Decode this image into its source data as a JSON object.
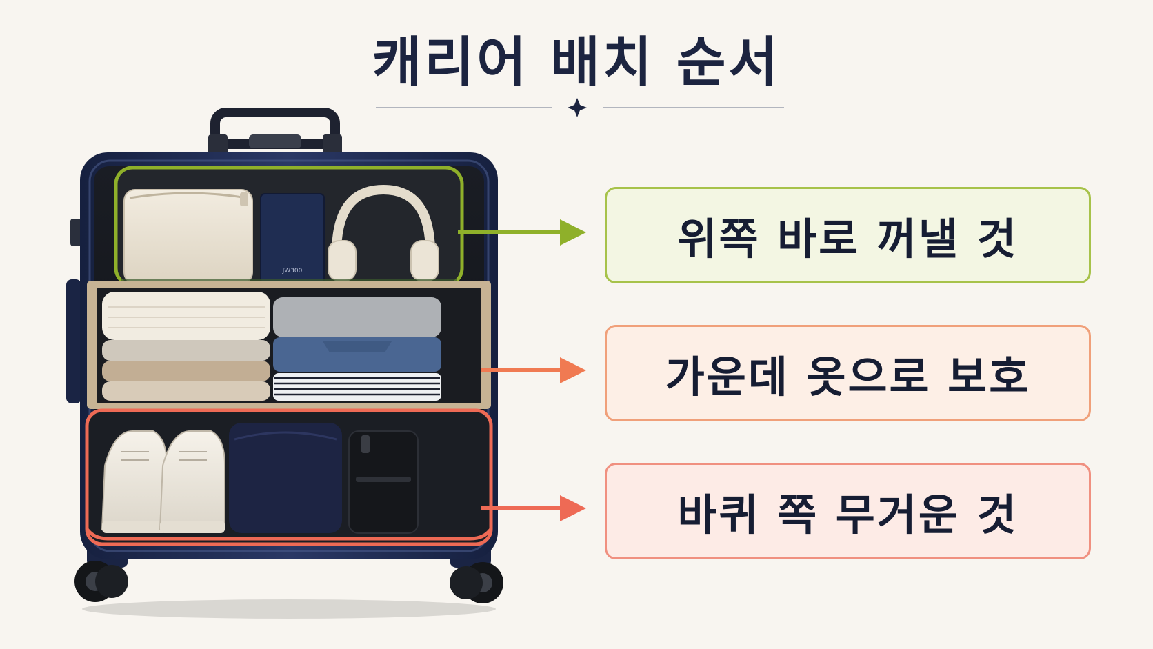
{
  "title": "캐리어 배치 순서",
  "labels": {
    "top": "위쪽 바로 꺼낼 것",
    "middle": "가운데 옷으로 보호",
    "bottom": "바퀴 쪽 무거운 것"
  },
  "book_text": "JW300",
  "colors": {
    "top": "#8fb02a",
    "middle": "#f07a52",
    "bottom": "#ee6a55",
    "suitcase": "#1e2a4f"
  }
}
